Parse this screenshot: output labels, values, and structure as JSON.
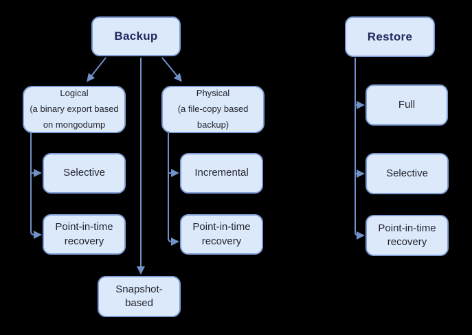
{
  "colors": {
    "bg": "#000000",
    "node-fill": "#dce9fa",
    "node-border": "#7f9dd4",
    "arrow": "#7191c9",
    "header-text": "#1f2a5e",
    "body-text": "#23252e"
  },
  "nodes": {
    "backup": {
      "label": "Backup"
    },
    "restore": {
      "label": "Restore"
    },
    "logical": {
      "title": "Logical",
      "desc": [
        "(a binary export based",
        "on mongodump"
      ]
    },
    "physical": {
      "title": "Physical",
      "desc": [
        "(a file-copy based",
        "backup)"
      ]
    },
    "selective_left": {
      "label": "Selective"
    },
    "pitr_left": {
      "label": "Point-in-time recovery"
    },
    "incremental": {
      "label": "Incremental"
    },
    "pitr_middle": {
      "label": "Point-in-time recovery"
    },
    "snapshot": {
      "label": "Snapshot-based"
    },
    "full": {
      "label": "Full"
    },
    "selective_right": {
      "label": "Selective"
    },
    "pitr_right": {
      "label": "Point-in-time recovery"
    }
  },
  "edges": [
    {
      "from": "backup",
      "to": "logical"
    },
    {
      "from": "backup",
      "to": "physical"
    },
    {
      "from": "backup",
      "to": "snapshot"
    },
    {
      "from": "logical",
      "to": "selective_left"
    },
    {
      "from": "logical",
      "to": "pitr_left"
    },
    {
      "from": "physical",
      "to": "incremental"
    },
    {
      "from": "physical",
      "to": "pitr_middle"
    },
    {
      "from": "restore",
      "to": "full"
    },
    {
      "from": "restore",
      "to": "selective_right"
    },
    {
      "from": "restore",
      "to": "pitr_right"
    }
  ]
}
